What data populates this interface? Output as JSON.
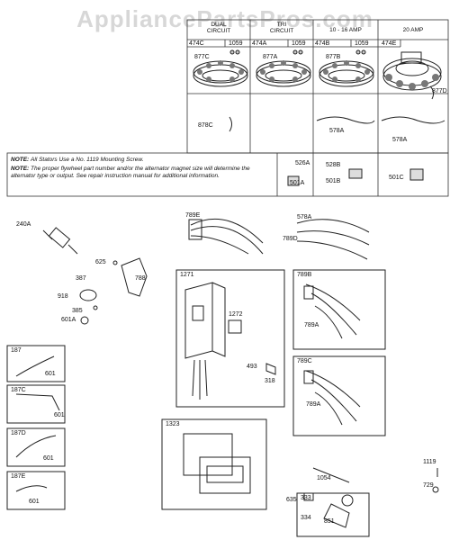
{
  "watermark": "AppliancePartsPros.com",
  "table": {
    "headers": {
      "dual_circuit": "DUAL\nCIRCUIT",
      "tri_circuit": "TRI\nCIRCUIT",
      "amp_10_16": "10 - 16 AMP",
      "amp_20": "20 AMP"
    },
    "cells": [
      "474C",
      "1059",
      "474A",
      "1059",
      "474B",
      "1059",
      "474E"
    ],
    "parts": [
      "877C",
      "877A",
      "877B",
      "877D",
      "878C",
      "578A",
      "578A",
      "526A",
      "501A",
      "528B",
      "501B",
      "501C"
    ]
  },
  "notes": {
    "note1_label": "NOTE:",
    "note1_text": "All Stators Use a No. 1119 Mounting Screw.",
    "note2_label": "NOTE:",
    "note2_text": "The proper flywheel part number and/or the alternator magnet size will determine the alternator type or output. See repair instruction manual for additional information."
  },
  "part_labels": {
    "p240A": "240A",
    "p625": "625",
    "p387": "387",
    "p788": "788",
    "p918": "918",
    "p385": "385",
    "p601A": "601A",
    "p789E": "789E",
    "p789D": "789D",
    "p578A": "578A",
    "p1271": "1271",
    "p1272": "1272",
    "p493": "493",
    "p318": "318",
    "p789B": "789B",
    "p789A_1": "789A",
    "p789C": "789C",
    "p789A_2": "789A",
    "p187": "187",
    "p601_1": "601",
    "p187C": "187C",
    "p601_2": "601",
    "p187D": "187D",
    "p601_3": "601",
    "p187E": "187E",
    "p601_4": "601",
    "p1323": "1323",
    "p1054": "1054",
    "p1119": "1119",
    "p729": "729",
    "p635": "635",
    "p333": "333",
    "p334": "334",
    "p851": "851"
  }
}
